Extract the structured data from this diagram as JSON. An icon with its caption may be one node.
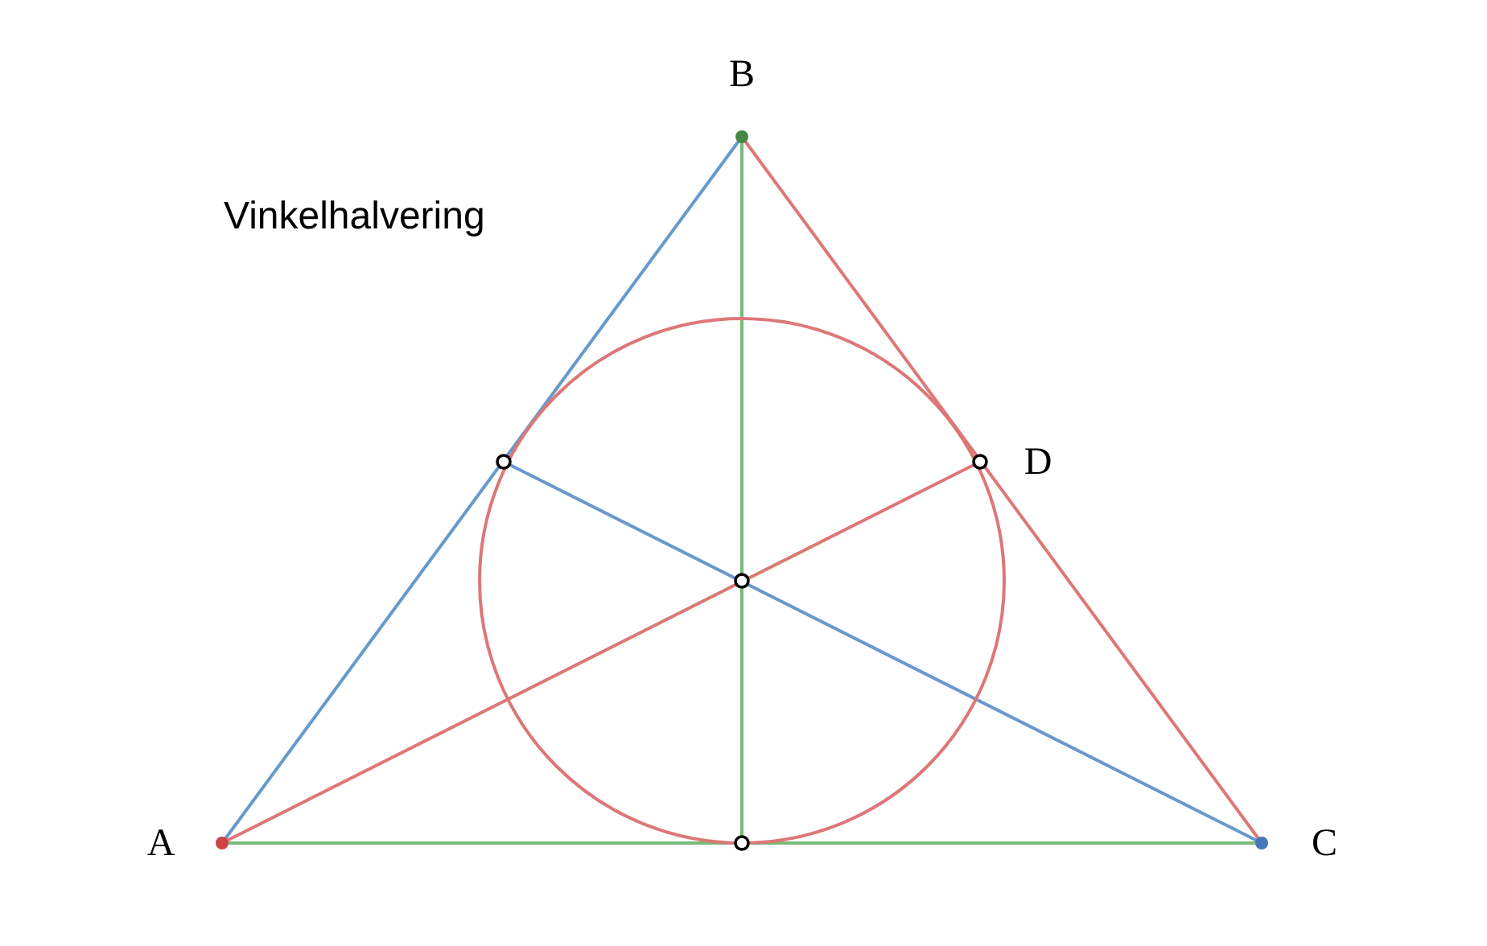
{
  "diagram": {
    "title": "Vinkelhalvering",
    "labels": [
      "B",
      "D",
      "A",
      "C"
    ]
  }
}
